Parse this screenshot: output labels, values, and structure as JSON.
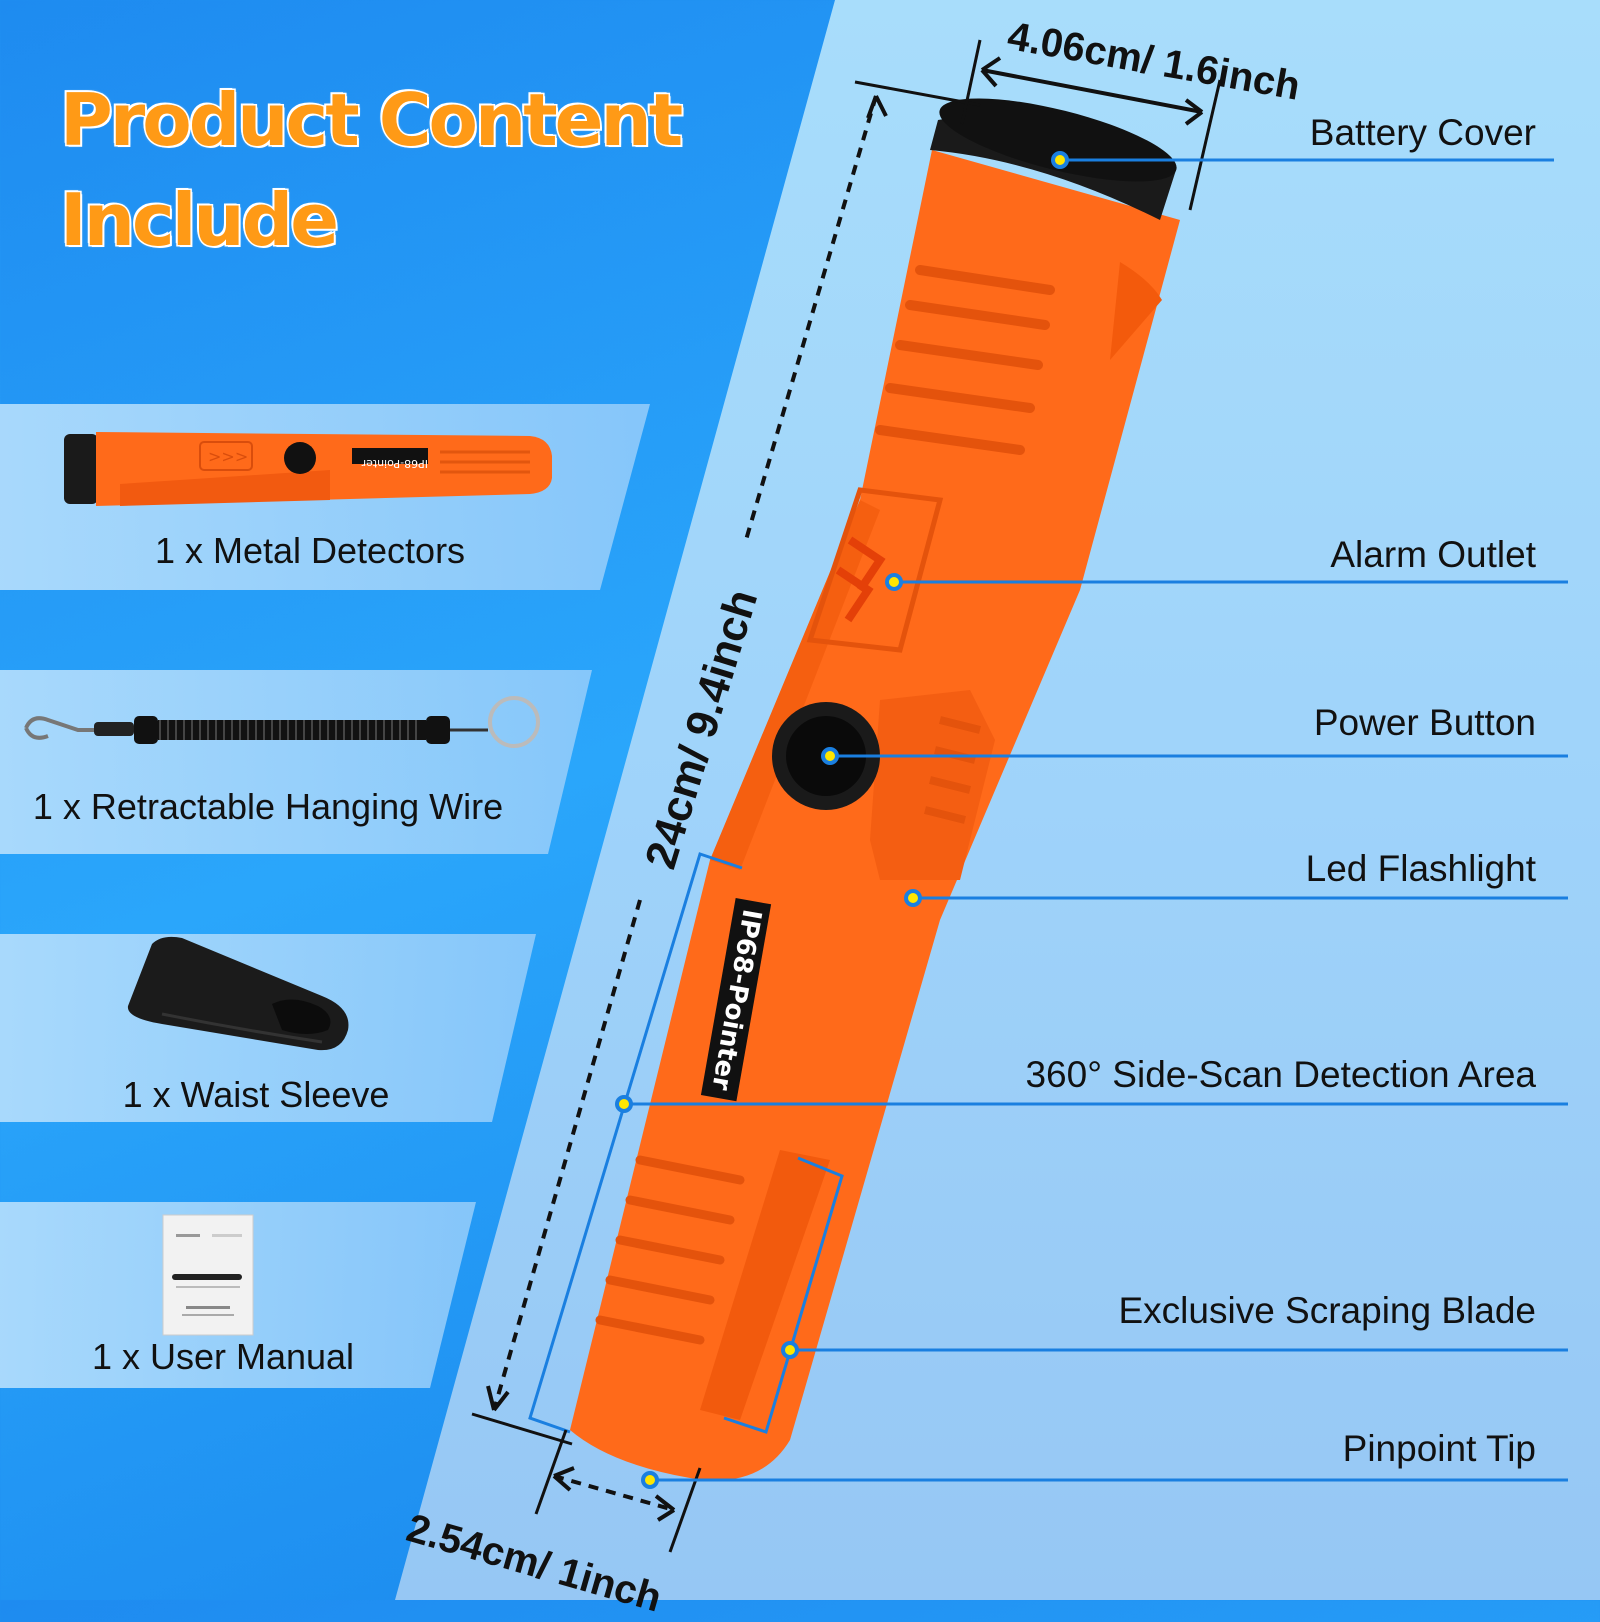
{
  "title_lines": [
    "Product Content",
    "Include"
  ],
  "items": [
    {
      "label": "1 x Metal Detectors",
      "icon": "pinpointer-icon"
    },
    {
      "label": "1 x Retractable Hanging Wire",
      "icon": "coil-lanyard-icon"
    },
    {
      "label": "1 x Waist Sleeve",
      "icon": "holster-icon"
    },
    {
      "label": "1 x User Manual",
      "icon": "manual-icon"
    }
  ],
  "callouts": {
    "battery_cover": "Battery Cover",
    "alarm_outlet": "Alarm Outlet",
    "power_button": "Power Button",
    "led_flashlight": "Led Flashlight",
    "side_scan": "360° Side-Scan Detection Area",
    "scraping_blade": "Exclusive Scraping Blade",
    "pinpoint_tip": "Pinpoint Tip"
  },
  "dimensions": {
    "top_width": "4.06cm/ 1.6inch",
    "length": "24cm/ 9.4inch",
    "tip_width": "2.54cm/ 1inch"
  },
  "device_label": "IP68-Pointer",
  "small_device_label": "IP68-Pointer",
  "colors": {
    "orange": "#ff6a1a",
    "title_orange": "#ff9a16",
    "callout_line": "#1a7fe0",
    "dot": "#ffe600"
  }
}
